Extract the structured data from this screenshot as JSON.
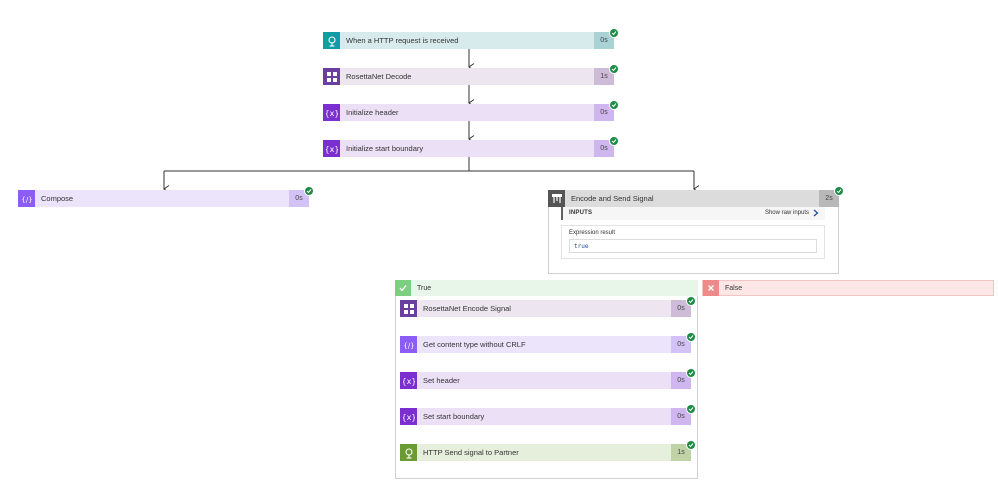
{
  "colors": {
    "http_trigger": "#0f9ca4",
    "rosettanet": "#6b3fa0",
    "variable": "#7b2fd0",
    "compose": "#8b5cf6",
    "encode_scope": "#555555",
    "http_action": "#6a9b33",
    "success": "#1e8c45"
  },
  "trigger": {
    "label": "When a HTTP request is received",
    "duration": "0s",
    "icon": "http-request-icon"
  },
  "main_actions": [
    {
      "label": "RosettaNet Decode",
      "duration": "1s",
      "icon": "rosettanet-icon"
    },
    {
      "label": "Initialize header",
      "duration": "0s",
      "icon": "variable-icon"
    },
    {
      "label": "Initialize start boundary",
      "duration": "0s",
      "icon": "variable-icon"
    }
  ],
  "compose": {
    "label": "Compose",
    "duration": "0s",
    "icon": "compose-icon"
  },
  "encode": {
    "label": "Encode and Send Signal",
    "duration": "2s",
    "icon": "condition-icon",
    "inputs_title": "INPUTS",
    "show_raw": "Show raw inputs",
    "expr_label": "Expression result",
    "expr_value": "true"
  },
  "true_branch": {
    "label": "True",
    "actions": [
      {
        "label": "RosettaNet Encode Signal",
        "duration": "0s",
        "icon": "rosettanet-icon"
      },
      {
        "label": "Get content type without CRLF",
        "duration": "0s",
        "icon": "compose-icon"
      },
      {
        "label": "Set header",
        "duration": "0s",
        "icon": "variable-icon"
      },
      {
        "label": "Set start boundary",
        "duration": "0s",
        "icon": "variable-icon"
      },
      {
        "label": "HTTP Send signal to Partner",
        "duration": "1s",
        "icon": "http-icon"
      }
    ]
  },
  "false_branch": {
    "label": "False"
  }
}
